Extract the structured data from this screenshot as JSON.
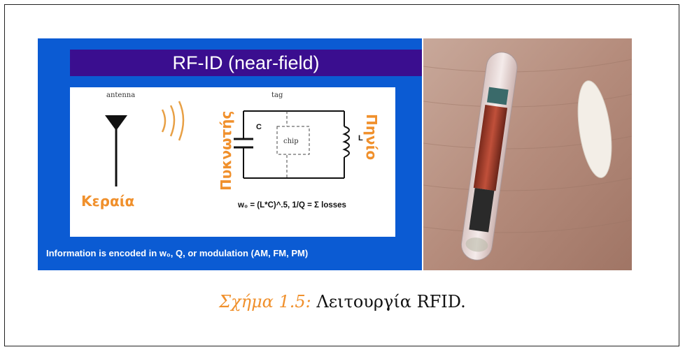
{
  "slide": {
    "title": "RF-ID (near-field)",
    "antenna_label": "antenna",
    "tag_label": "tag",
    "chip_label": "chip",
    "cap_letter": "C",
    "ind_letter": "L",
    "formula": "w₀ = (L*C)^.5,   1/Q = Σ losses",
    "bottom_text": "Information is encoded in w₀, Q, or modulation (AM, FM, PM)",
    "annot_antenna": "Κεραία",
    "annot_capacitor": "Πυκνωτής",
    "annot_coil": "Πηνίο"
  },
  "caption": {
    "label": "Σχήμα 1.5:",
    "text": "Λειτουργία  RFID."
  },
  "colors": {
    "slide_bg": "#0b5bd3",
    "title_bar": "#3a0e8f",
    "annotation": "#f0902c"
  }
}
